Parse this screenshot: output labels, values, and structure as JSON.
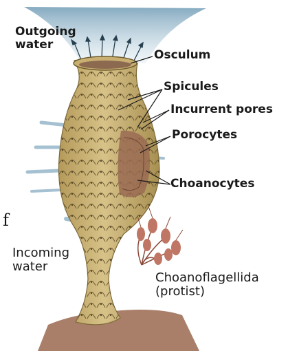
{
  "labels": {
    "outgoing_water_1": "Outgoing",
    "outgoing_water_2": "water",
    "osculum": "Osculum",
    "spicules": "Spicules",
    "incurrent_pores": "Incurrent pores",
    "porocytes": "Porocytes",
    "choanocytes": "Choanocytes",
    "incoming_water_1": "Incoming",
    "incoming_water_2": "water",
    "choanoflagellida_1": "Choanoflagellida",
    "choanoflagellida_2": "(protist)",
    "stray_fragment": "f"
  },
  "colors": {
    "sponge_fill": "#cdb577",
    "sponge_dark": "#a28a4a",
    "cell_line": "#5a4a26",
    "inner_cavity": "#9a6b52",
    "water_plume": "#8fb2c6",
    "ground": "#a97f69",
    "protist": "#c07664",
    "leader_line": "#1a1a1a"
  }
}
